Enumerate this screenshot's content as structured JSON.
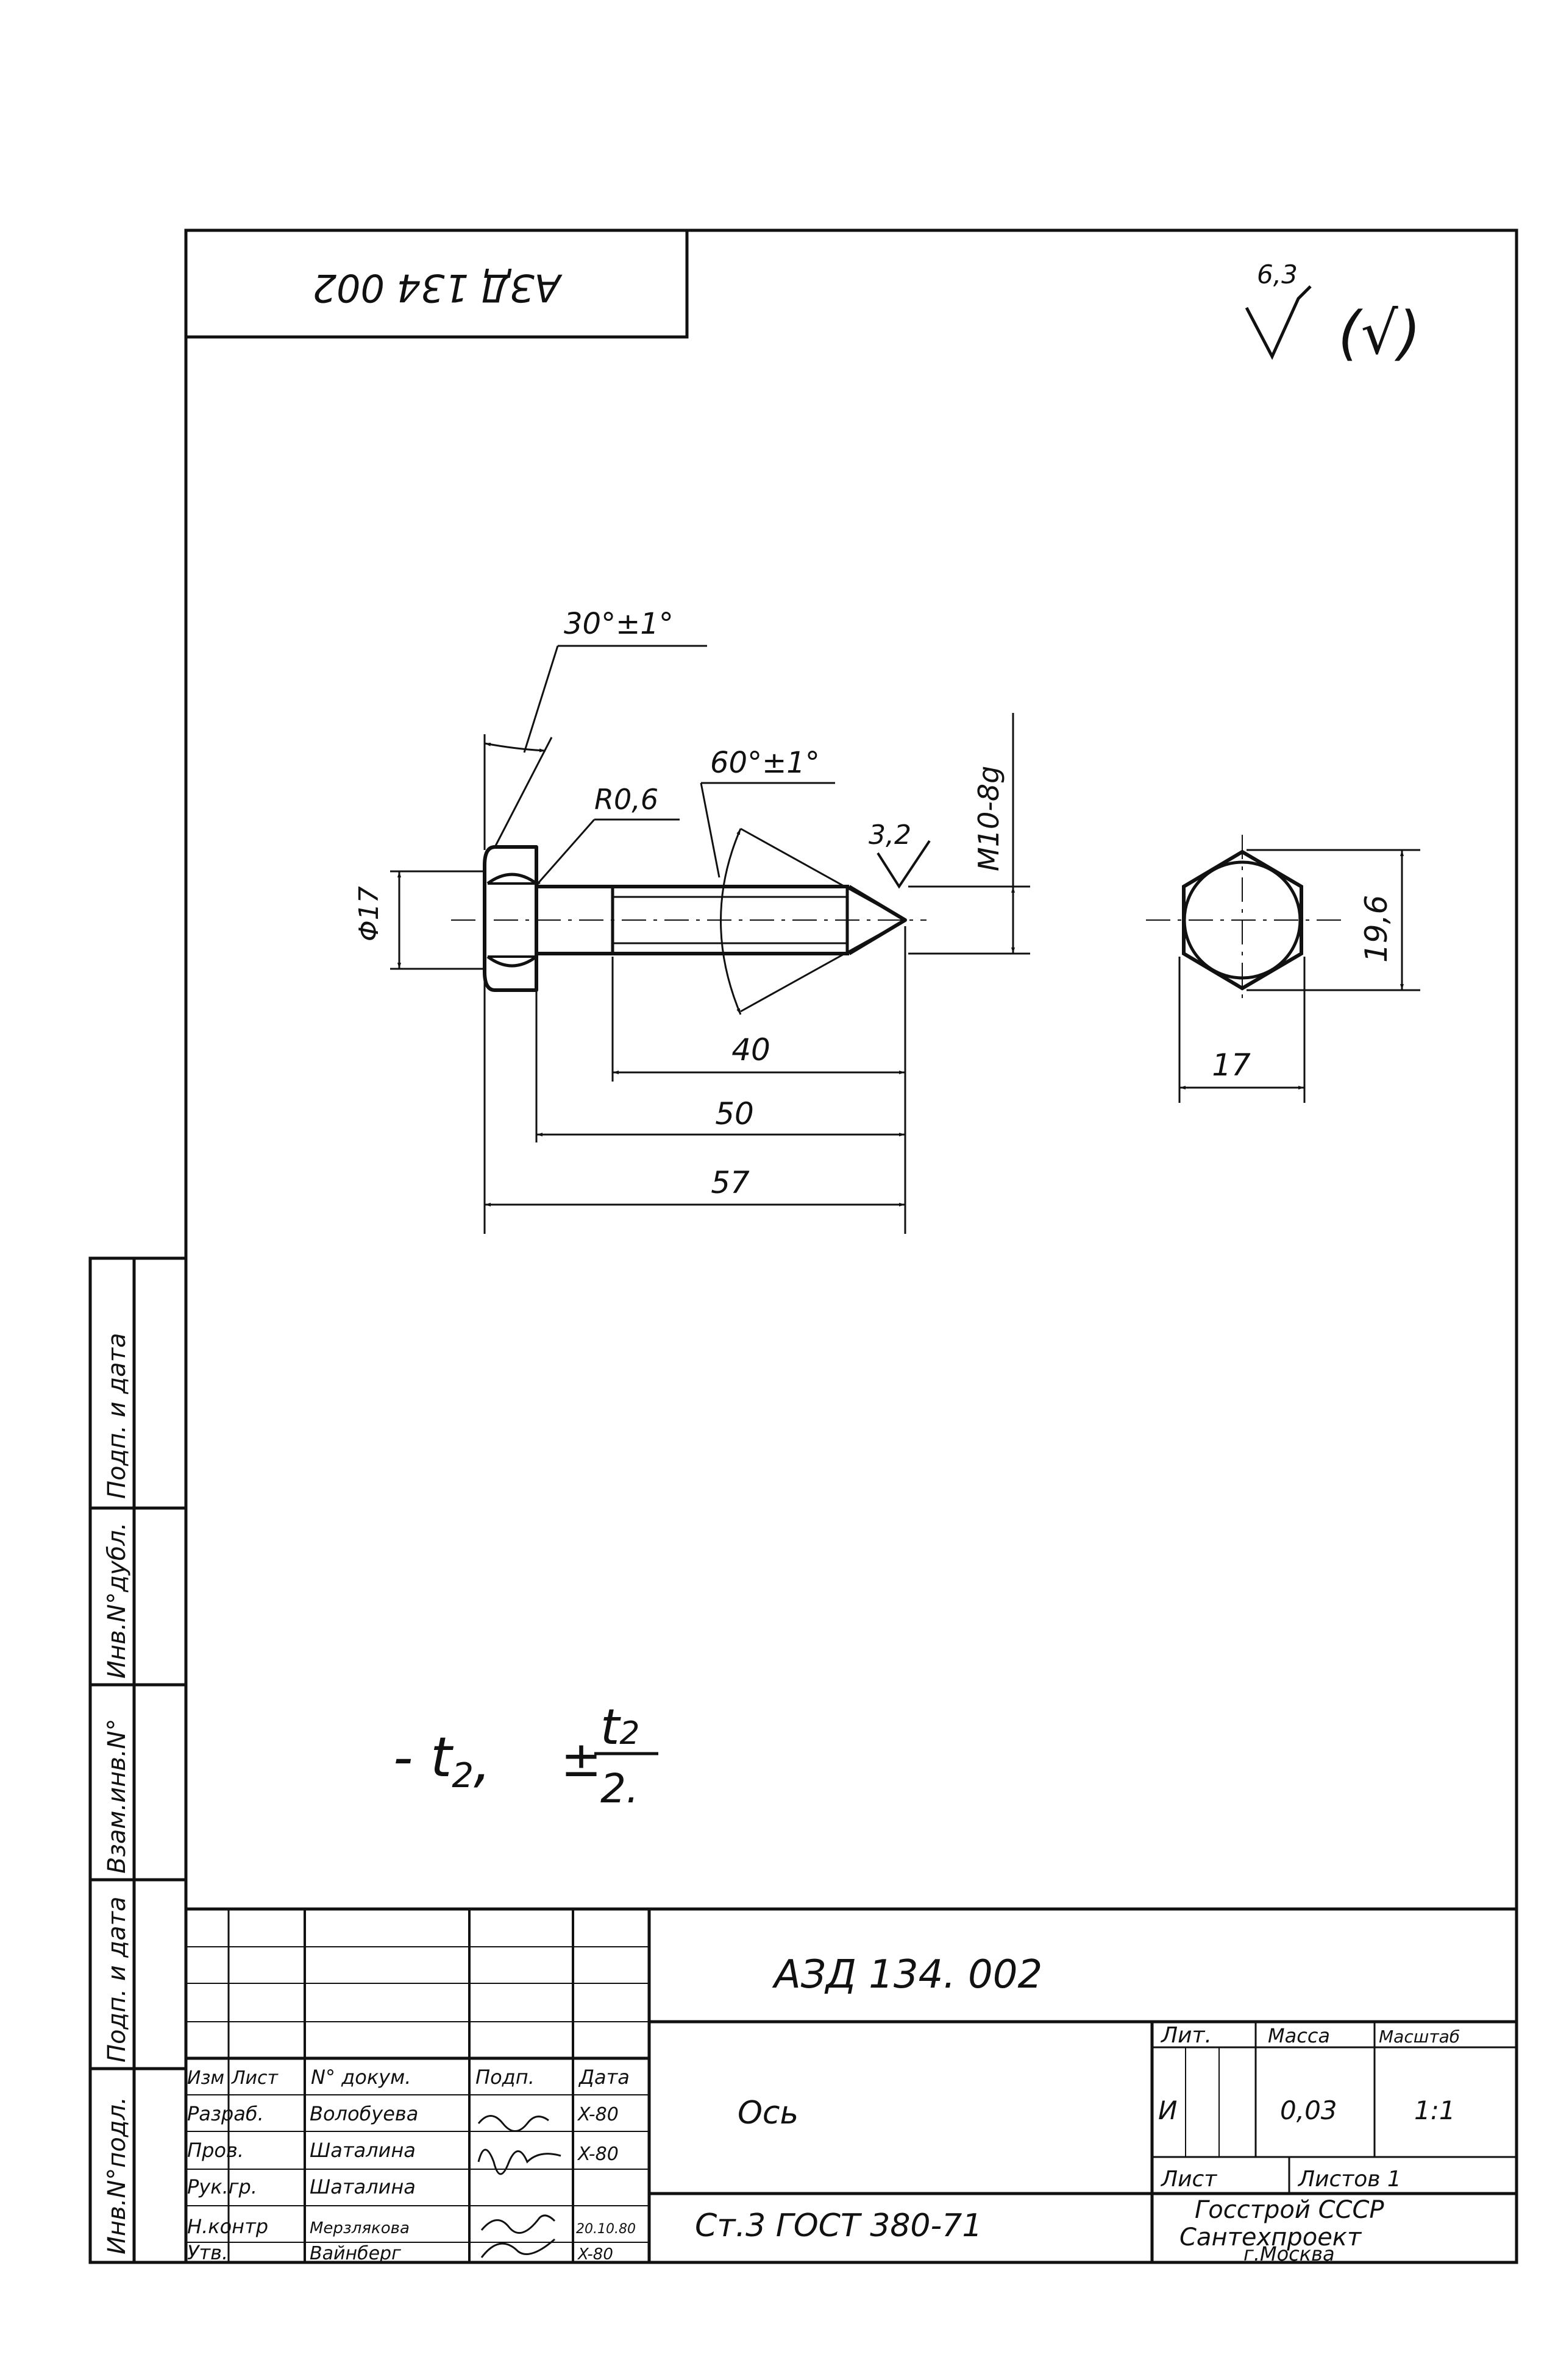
{
  "drawing": {
    "designation": "АЗД 134. 002",
    "designation_mirrored": "АЗД 134 002",
    "roughness": {
      "value": "6,3",
      "other": "(√)"
    },
    "dims": {
      "angle_head": "30°±1°",
      "angle_cone": "60°±1°",
      "radius": "R0,6",
      "dia_head": "Φ17",
      "thread": "M10-8g",
      "roughness_tip": "3,2",
      "len_40": "40",
      "len_50": "50",
      "len_57": "57",
      "hex_flats": "17",
      "hex_corners": "19,6"
    },
    "tolerance_note": {
      "minus": "- t",
      "minus_sub": "2",
      "comma": ",",
      "plusminus": "±",
      "num": "t",
      "num_sub": "2",
      "den": "2."
    }
  },
  "title_block": {
    "designation": "АЗД 134. 002",
    "name": "Ось",
    "material": "Ст.3 ГОСТ 380-71",
    "headers": {
      "izm": "Изм",
      "list": "Лист",
      "doc": "N° докум.",
      "sign": "Подп.",
      "date": "Дата"
    },
    "rows": [
      {
        "role": "Разраб.",
        "name": "Волобуева",
        "date": "X-80"
      },
      {
        "role": "Пров.",
        "name": "Шаталина",
        "date": "X-80"
      },
      {
        "role": "Рук.гр.",
        "name": "Шаталина",
        "date": ""
      },
      {
        "role": "Н.контр",
        "name": "Мерзлякова",
        "date": "20.10.80"
      },
      {
        "role": "Утв.",
        "name": "Вайнберг",
        "date": "X-80"
      }
    ],
    "lit_label": "Лит.",
    "mass_label": "Масса",
    "scale_label": "Масштаб",
    "lit": "И",
    "mass": "0,03",
    "scale": "1:1",
    "sheet_label": "Лист",
    "sheets_label": "Листов 1",
    "org_1": "Госстрой СССР",
    "org_2": "Сантехпроект",
    "org_3": "г.Москва"
  },
  "side_stamp": [
    "Инв.N°подл.",
    "Подп. и дата",
    "Взам.инв.N°",
    "Инв.N°дубл.",
    "Подп. и дата"
  ]
}
